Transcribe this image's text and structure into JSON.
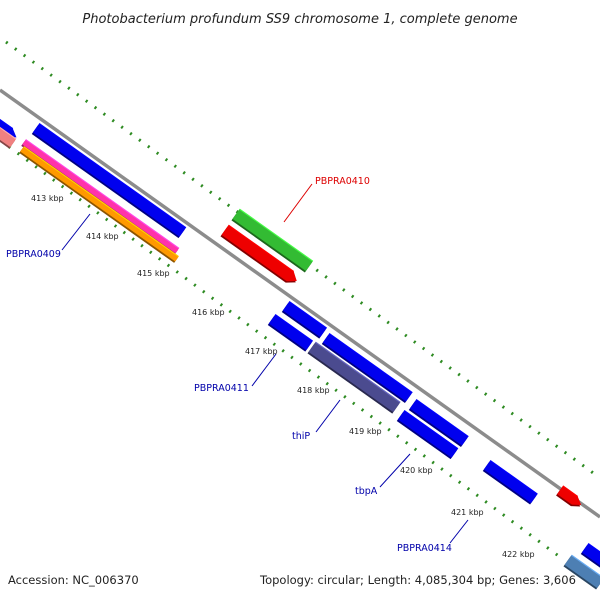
{
  "title": "Photobacterium profundum SS9 chromosome 1, complete genome",
  "footer": {
    "accession": "Accession: NC_006370",
    "summary": "Topology: circular; Length: 4,085,304 bp; Genes: 3,606"
  },
  "kbp_ticks": [
    "413 kbp",
    "414 kbp",
    "415 kbp",
    "416 kbp",
    "417 kbp",
    "418 kbp",
    "419 kbp",
    "420 kbp",
    "421 kbp",
    "422 kbp"
  ],
  "gene_labels": [
    {
      "text": "PBPRA0409",
      "color": "#0000aa"
    },
    {
      "text": "PBPRA0410",
      "color": "#dd0000"
    },
    {
      "text": "PBPRA0411",
      "color": "#0000aa"
    },
    {
      "text": "thiP",
      "color": "#0000aa"
    },
    {
      "text": "tbpA",
      "color": "#0000aa"
    },
    {
      "text": "PBPRA0414",
      "color": "#0000aa"
    }
  ],
  "colors": {
    "backbone": "#8c8c8c",
    "tick_dots": "#2e8b22",
    "cds_forward": "#0000ee",
    "cds_highlight": "#4b4b8f",
    "cds_reverse": "#ee0000",
    "trna": "#33bb33",
    "track_magenta": "#ff33aa",
    "track_orange": "#ff9900",
    "track_pink": "#f08080",
    "track_steel": "#4d7fb3"
  }
}
